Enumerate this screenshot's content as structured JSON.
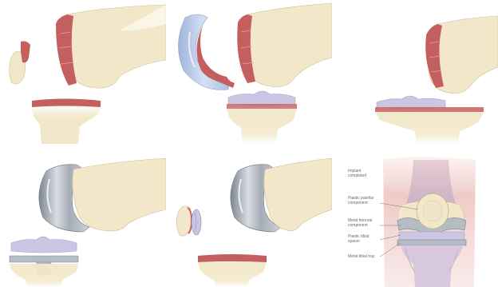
{
  "figure": {
    "panels": [
      {
        "name": "resected-patella-and-femur"
      },
      {
        "name": "trial-components-on-femur"
      },
      {
        "name": "tibial-insert-trial"
      },
      {
        "name": "femoral-component-and-tibial-tray"
      },
      {
        "name": "patellar-component-and-femoral-component"
      },
      {
        "name": "implant-completed"
      }
    ],
    "labels": {
      "implant_completed": "Implant\ncompleted",
      "patellar_component": "Plastic patellar\ncomponent",
      "femoral_component": "Metal femoral\ncomponent",
      "tibial_spacer": "Plastic tibial\nspacer",
      "tibial_tray": "Metal tibial tray"
    }
  },
  "colors": {
    "bone": "#f2e8c9",
    "bone_shadow": "#ddd0a6",
    "cut_surface": "#c45f5f",
    "metal": "#b6bcc4",
    "metal_dark": "#878f99",
    "plastic": "#cdc5e4",
    "trial_blue": "#b9cbe8",
    "soft_tissue": "#f0cfcd"
  }
}
